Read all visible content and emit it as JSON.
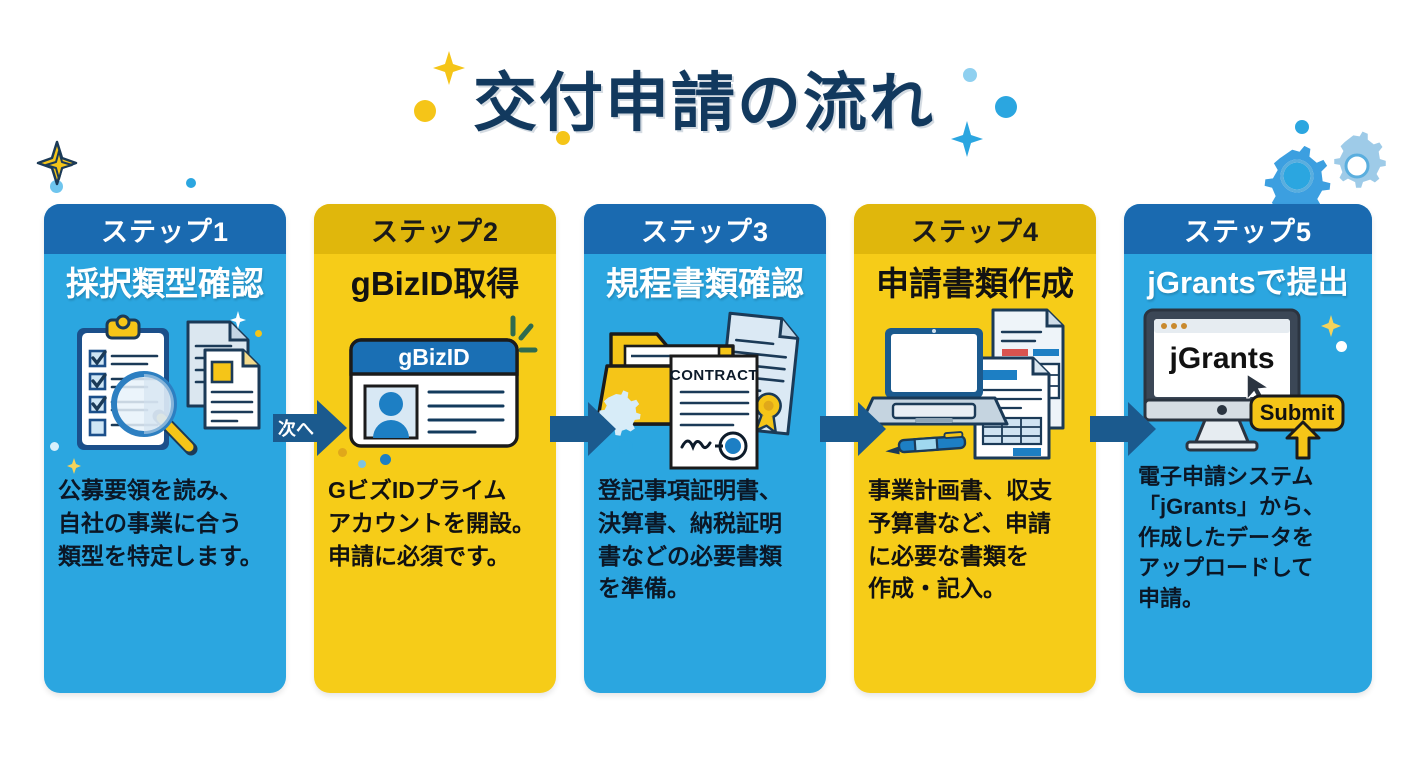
{
  "header": {
    "title": "交付申請の流れ"
  },
  "palette": {
    "title_navy": "#12395e",
    "card_blue": "#2ba6e0",
    "card_blue_header": "#1a6ab0",
    "card_yellow": "#f6cc18",
    "card_yellow_header": "#e0b70c",
    "arrow_navy": "#1b5a8e",
    "accent_yellow": "#f5c518",
    "text_dark": "#0d1b2a",
    "white": "#ffffff"
  },
  "steps": [
    {
      "step_label": "ステップ1",
      "title": "採択類型確認",
      "body": "公募要領を読み、\n自社の事業に合う\n類型を特定します。",
      "theme": "blue",
      "icon": "clipboard-checklist-magnifier-icon"
    },
    {
      "step_label": "ステップ2",
      "title": "gBizID取得",
      "body": "GビズIDプライム\nアカウントを開設。\n申請に必須です。",
      "theme": "yellow",
      "icon": "id-card-icon",
      "icon_text": "gBizID"
    },
    {
      "step_label": "ステップ3",
      "title": "規程書類確認",
      "body": "登記事項証明書、\n決算書、納税証明\n書などの必要書類\nを準備。",
      "theme": "blue",
      "icon": "folder-contract-documents-icon",
      "icon_text": "CONTRACT"
    },
    {
      "step_label": "ステップ4",
      "title": "申請書類作成",
      "body": "事業計画書、収支\n予算書など、申請\nに必要な書類を\n作成・記入。",
      "theme": "yellow",
      "icon": "laptop-forms-pen-icon"
    },
    {
      "step_label": "ステップ5",
      "title": "jGrantsで提出",
      "body": "電子申請システム\n「jGrants」から、\n作成したデータを\nアップロードして\n申請。",
      "theme": "blue",
      "icon": "monitor-submit-icon",
      "icon_text": "jGrants",
      "icon_button_text": "Submit"
    }
  ],
  "arrows": [
    {
      "label": "次へ",
      "name": "arrow-step1-to-step2"
    },
    {
      "label": "",
      "name": "arrow-step2-to-step3"
    },
    {
      "label": "",
      "name": "arrow-step3-to-step4"
    },
    {
      "label": "",
      "name": "arrow-step4-to-step5"
    }
  ],
  "decorations": {
    "gears": "gear-icons-top-right",
    "sparkles": "sparkle-decorations",
    "dots": "dot-decorations"
  }
}
